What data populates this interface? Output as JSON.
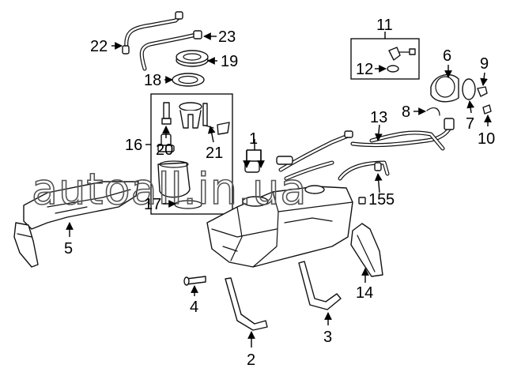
{
  "watermark": "autoall.in.ua",
  "callouts": {
    "c1": "1",
    "c2": "2",
    "c3": "3",
    "c4": "4",
    "c5a": "5",
    "c5b": "5",
    "c6": "6",
    "c7": "7",
    "c8": "8",
    "c9": "9",
    "c10": "10",
    "c11": "11",
    "c12": "12",
    "c13": "13",
    "c14": "14",
    "c15": "15",
    "c16": "16",
    "c17": "17",
    "c18": "18",
    "c19": "19",
    "c20": "20",
    "c21": "21",
    "c22": "22",
    "c23": "23"
  }
}
